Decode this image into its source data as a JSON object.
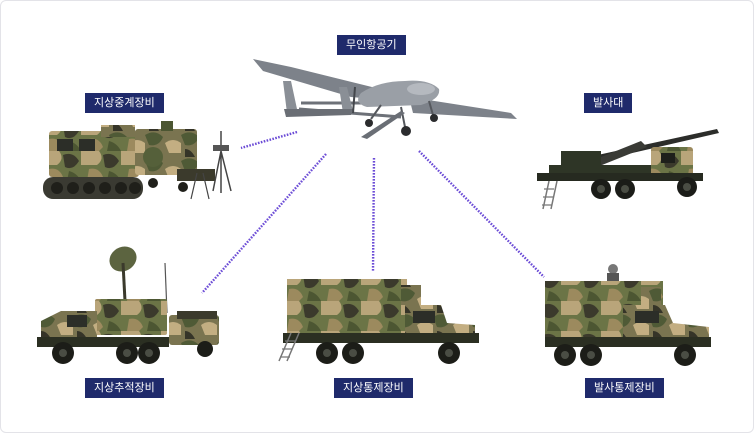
{
  "labels": {
    "uav": "무인항공기",
    "ground_relay": "지상중계장비",
    "launcher": "발사대",
    "ground_tracking": "지상추적장비",
    "ground_control": "지상통제장비",
    "launch_control": "발사통제장비"
  },
  "colors": {
    "label_bg": "#1f2a6b",
    "link": "#6b4bd6",
    "camo_green": "#5e6b3f",
    "camo_tan": "#b9a57a",
    "camo_dark": "#3b3a2c",
    "uav_body": "#8a8f96"
  },
  "icons": [
    "uav-icon",
    "relay-vehicle-icon",
    "launcher-truck-icon",
    "tracking-vehicle-icon",
    "control-truck-icon",
    "launch-control-truck-icon"
  ]
}
